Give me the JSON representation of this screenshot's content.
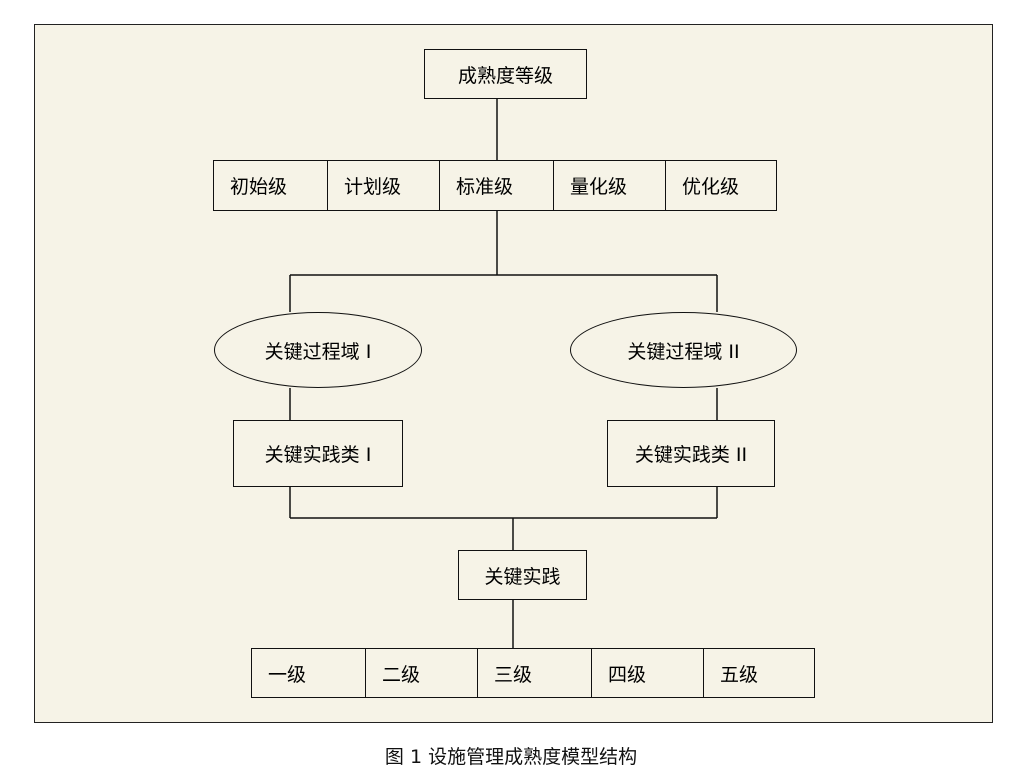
{
  "diagram": {
    "root": "成熟度等级",
    "levels": [
      "初始级",
      "计划级",
      "标准级",
      "量化级",
      "优化级"
    ],
    "process_domains": [
      "关键过程域 I",
      "关键过程域 II"
    ],
    "practice_classes": [
      "关键实践类 I",
      "关键实践类 II"
    ],
    "practice": "关键实践",
    "grades": [
      "一级",
      "二级",
      "三级",
      "四级",
      "五级"
    ]
  },
  "caption": "图 1 设施管理成熟度模型结构"
}
